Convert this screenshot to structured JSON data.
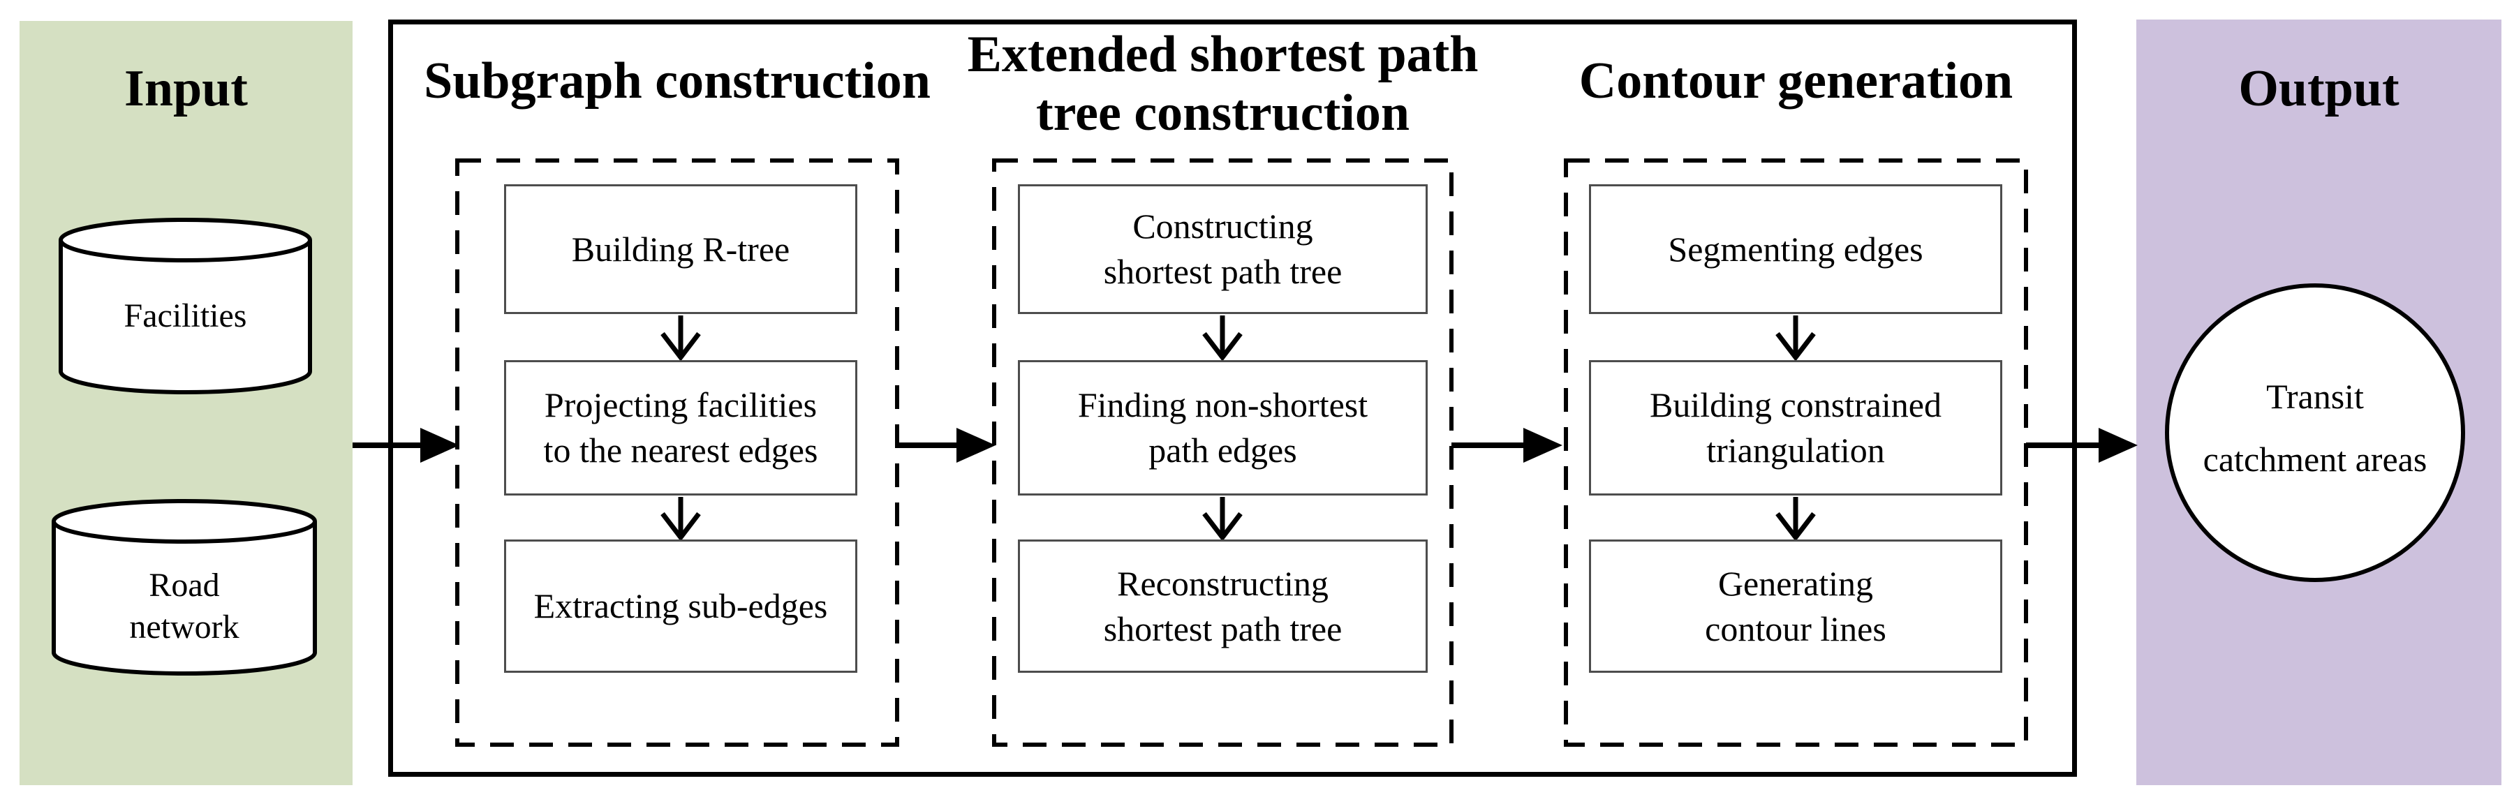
{
  "palette": {
    "input_bg": "#d5e0c2",
    "output_bg": "#cdc1dd",
    "stroke": "#000000",
    "step_border": "#4d4d4d",
    "step_bg": "#ffffff"
  },
  "input_panel": {
    "title": "Input",
    "facilities_label": "Facilities",
    "road_label_line1": "Road",
    "road_label_line2": "network"
  },
  "pipeline": {
    "sections": [
      {
        "title_line1": "Subgraph construction",
        "title_line2": "",
        "steps": [
          {
            "line1": "Building R-tree",
            "line2": ""
          },
          {
            "line1": "Projecting facilities",
            "line2": "to the nearest edges"
          },
          {
            "line1": "Extracting sub-edges",
            "line2": ""
          }
        ]
      },
      {
        "title_line1": "Extended shortest path",
        "title_line2": "tree construction",
        "steps": [
          {
            "line1": "Constructing",
            "line2": "shortest path tree"
          },
          {
            "line1": "Finding non-shortest",
            "line2": "path edges"
          },
          {
            "line1": "Reconstructing",
            "line2": "shortest path tree"
          }
        ]
      },
      {
        "title_line1": "Contour generation",
        "title_line2": "",
        "steps": [
          {
            "line1": "Segmenting edges",
            "line2": ""
          },
          {
            "line1": "Building constrained",
            "line2": "triangulation"
          },
          {
            "line1": "Generating",
            "line2": "contour lines"
          }
        ]
      }
    ]
  },
  "output_panel": {
    "title": "Output",
    "result_line1": "Transit",
    "result_line2": "catchment areas"
  }
}
